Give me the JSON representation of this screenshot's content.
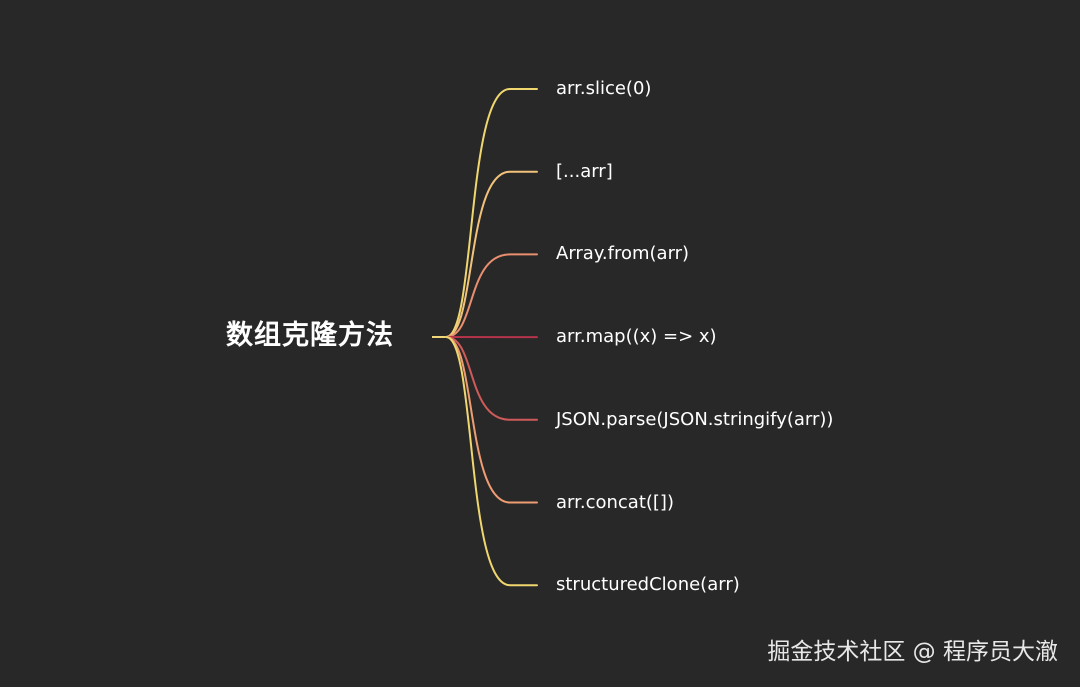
{
  "root": {
    "label": "数组克隆方法",
    "color": "#f0d77a"
  },
  "branches": [
    {
      "label": "arr.slice(0)",
      "color": "#efd66f"
    },
    {
      "label": "[...arr]",
      "color": "#f2c27a"
    },
    {
      "label": "Array.from(arr)",
      "color": "#e98f6f"
    },
    {
      "label": "arr.map((x) => x)",
      "color": "#b5334a"
    },
    {
      "label": "JSON.parse(JSON.stringify(arr))",
      "color": "#cf5a5a"
    },
    {
      "label": "arr.concat([])",
      "color": "#ee9c72"
    },
    {
      "label": "structuredClone(arr)",
      "color": "#efd66f"
    }
  ],
  "watermark": {
    "text": "掘金技术社区 @ 程序员大澈"
  }
}
